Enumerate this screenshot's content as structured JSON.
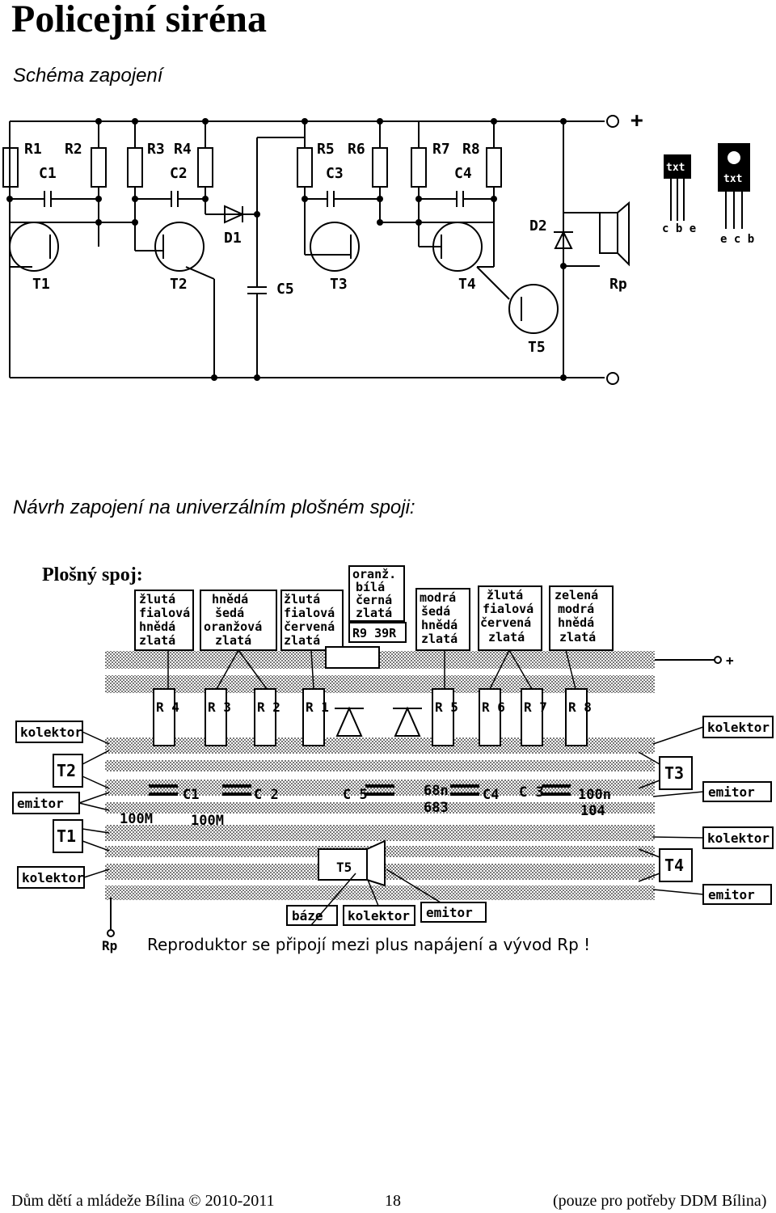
{
  "title": "Policejní siréna",
  "subtitle1": "Schéma zapojení",
  "subtitle2": "Návrh zapojení na univerzálním plošném spoji:",
  "schematic": {
    "R1": "R1",
    "R2": "R2",
    "R3": "R3",
    "R4": "R4",
    "R5": "R5",
    "R6": "R6",
    "R7": "R7",
    "R8": "R8",
    "C1": "C1",
    "C2": "C2",
    "C3": "C3",
    "C4": "C4",
    "C5": "C5",
    "T1": "T1",
    "T2": "T2",
    "T3": "T3",
    "T4": "T4",
    "T5": "T5",
    "D1": "D1",
    "D2": "D2",
    "Rp": "Rp",
    "plus": "+",
    "pkg1_txt": "txt",
    "pkg1_pins": "c b e",
    "pkg2_txt": "txt",
    "pkg2_pins": "e c b"
  },
  "pcb": {
    "heading": "Plošný spoj:",
    "box_r4": [
      "žlutá",
      "fialová",
      "hnědá",
      "zlatá"
    ],
    "box_r3r2": [
      "hnědá",
      "šedá",
      "oranžová",
      "zlatá"
    ],
    "box_r1": [
      "žlutá",
      "fialová",
      "červená",
      "zlatá"
    ],
    "box_r9": [
      "oranž.",
      "bílá",
      "černá",
      "zlatá"
    ],
    "r9_label": "R9 39R",
    "box_r5": [
      "modrá",
      "šedá",
      "hnědá",
      "zlatá"
    ],
    "box_r6r7": [
      "žlutá",
      "fialová",
      "červená",
      "zlatá"
    ],
    "box_r8": [
      "zelená",
      "modrá",
      "hnědá",
      "zlatá"
    ],
    "res_labels": [
      "R 4",
      "R 3",
      "R 2",
      "R 1",
      "R 5",
      "R 6",
      "R 7",
      "R 8"
    ],
    "c1": "C1",
    "c2": "C 2",
    "c5": "C 5",
    "c4": "C4",
    "c3": "C 3",
    "c1_val": "100M",
    "c2_val": "100M",
    "c4_val1": "68n",
    "c4_val2": "683",
    "c3_val1": "100n",
    "c3_val2": "104",
    "t5": "T5",
    "plus": "+",
    "rp": "Rp",
    "left_kolektor_top": "kolektor",
    "left_t2": "T2",
    "left_emitor": "emitor",
    "left_t1": "T1",
    "left_kolektor_bot": "kolektor",
    "right_kolektor_top": "kolektor",
    "right_t3": "T3",
    "right_emitor_top": "emitor",
    "right_kolektor_bot": "kolektor",
    "right_t4": "T4",
    "right_emitor_bot": "emitor",
    "baze": "báze",
    "kolektor": "kolektor",
    "emitor": "emitor",
    "note": "Reproduktor se připojí mezi plus napájení a vývod Rp !"
  },
  "footer": {
    "left": "Dům dětí a mládeže Bílina © 2010-2011",
    "page": "18",
    "right": "(pouze pro potřeby DDM Bílina)"
  }
}
